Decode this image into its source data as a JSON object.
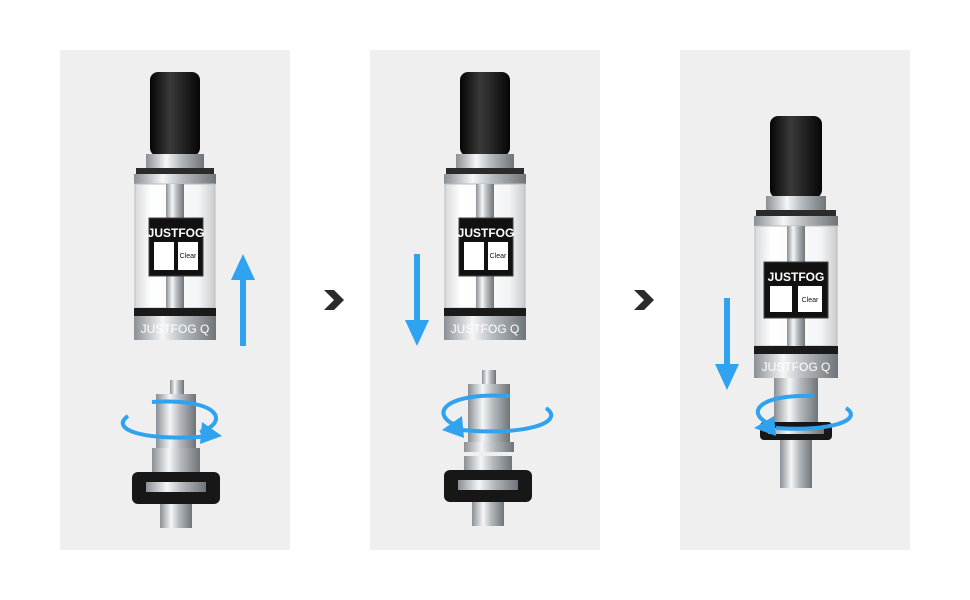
{
  "colors": {
    "accent_arrow": "#2fa2f0",
    "panel_bg": "#efefef",
    "chevron": "#2b2b2b",
    "drip_tip": "#141414",
    "steel": "#b9bec3"
  },
  "icons": {
    "step_separator": "chevron-right-icon",
    "lift_direction": "arrow-up-icon",
    "lower_direction": "arrow-down-icon",
    "rotate_cw": "rotate-clockwise-icon",
    "rotate_ccw": "rotate-counterclockwise-icon"
  },
  "tank": {
    "brand_label": "JUSTFOG",
    "ring_text": "JUSTFOG Q",
    "card_text": "Clear"
  },
  "steps": [
    {
      "vertical_direction": "up",
      "rotation": "clockwise"
    },
    {
      "vertical_direction": "down",
      "rotation": "counterclockwise"
    },
    {
      "vertical_direction": "down",
      "rotation": "counterclockwise"
    }
  ]
}
